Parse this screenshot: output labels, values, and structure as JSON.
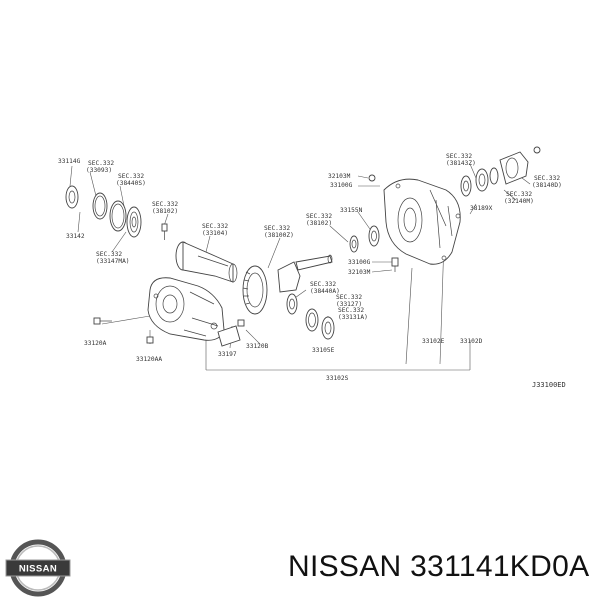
{
  "diagram": {
    "reference_code": "J33100ED",
    "labels": {
      "l_33114a": "33114G",
      "l_sec332_33093": "SEC.332",
      "l_33093": "(33093)",
      "l_sec332_38440s": "SEC.332",
      "l_38440s": "(38440S)",
      "l_sec332_38102a": "SEC.332",
      "l_38102a": "(38102)",
      "l_33142": "33142",
      "l_sec332_33147": "SEC.332",
      "l_33147": "(33147MA)",
      "l_sec332_33104": "SEC.332",
      "l_33104": "(33104)",
      "l_sec332_38100": "SEC.332",
      "l_38100": "(38100Z)",
      "l_sec332_38102b": "SEC.332",
      "l_38102b": "(38102)",
      "l_32103m": "32103M",
      "l_33100g_top": "33100G",
      "l_33155n": "33155N",
      "l_33100g_mid": "33100G",
      "l_32103m_mid": "32103M",
      "l_sec332_38440a": "SEC.332",
      "l_38440a": "(38440A)",
      "l_sec332_33127": "SEC.332",
      "l_33127": "(33127)",
      "l_sec332_33131": "SEC.332",
      "l_33131": "(33131A)",
      "l_33105e": "33105E",
      "l_sec332_38143": "SEC.332",
      "l_38143": "(38143Z)",
      "l_38189x": "38189X",
      "l_sec332_38140": "SEC.332",
      "l_38140": "(38140D)",
      "l_sec332_32140": "SEC.332",
      "l_32140": "(32140M)",
      "l_33120a": "33120A",
      "l_33120aa": "33120AA",
      "l_33197": "33197",
      "l_33120b": "33120B",
      "l_33102e": "33102E",
      "l_33102d": "33102D",
      "l_33102s": "33102S"
    }
  },
  "brand": {
    "logo_text": "NISSAN",
    "title": "NISSAN 331141KD0A"
  }
}
